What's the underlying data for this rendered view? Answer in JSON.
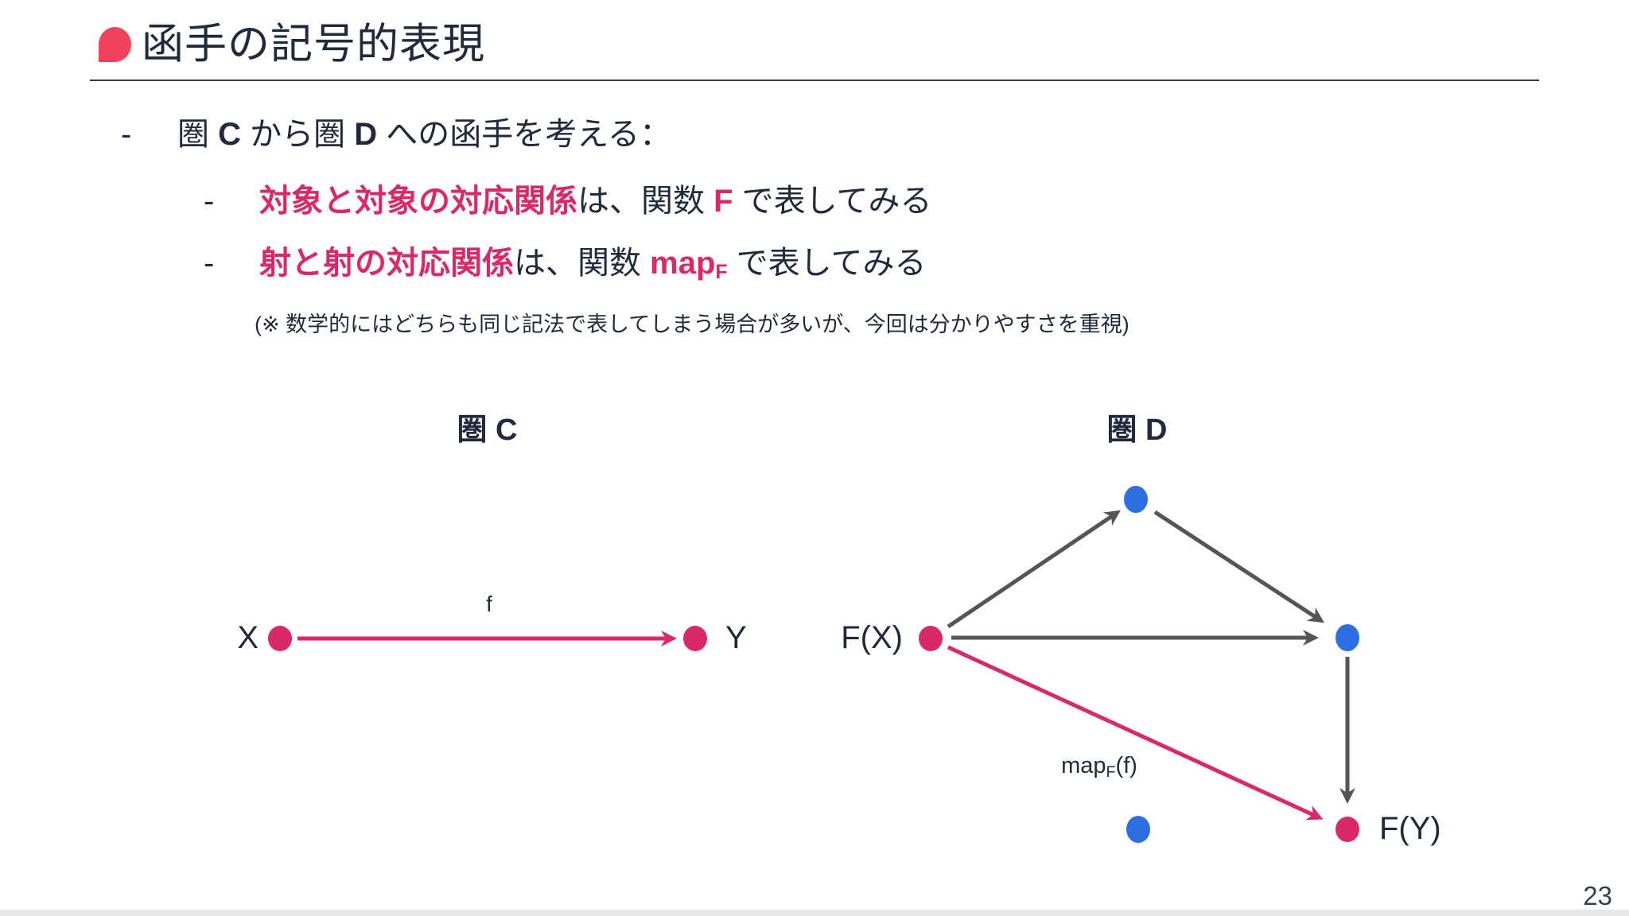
{
  "colors": {
    "accent-pink": "#D9296A",
    "icon-red": "#F2415A",
    "dot-blue": "#2D6FE3",
    "arrow-gray": "#555555",
    "text-dark": "#1F2B3C"
  },
  "header": {
    "title": "函手の記号的表現"
  },
  "bullets": {
    "line1": {
      "dash": "-",
      "pre": "圏 ",
      "c": "C",
      "mid": " から圏 ",
      "d": "D",
      "post": " への函手を考える："
    },
    "line2": {
      "dash": "-",
      "em": "対象と対象の対応関係",
      "mid": "は、関数 ",
      "f": "F",
      "post": " で表してみる"
    },
    "line3": {
      "dash": "-",
      "em": "射と射の対応関係",
      "mid": "は、関数 ",
      "map": "map",
      "sub": "F",
      "post": " で表してみる"
    },
    "note": "(※ 数学的にはどちらも同じ記法で表してしまう場合が多いが、今回は分かりやすさを重視)"
  },
  "diagram_c": {
    "title": "圏 C",
    "x_label": "X",
    "y_label": "Y",
    "arrow_label": "f"
  },
  "diagram_d": {
    "title": "圏 D",
    "fx_label": "F(X)",
    "fy_label": "F(Y)",
    "map_main": "map",
    "map_sub": "F",
    "map_arg": "(f)"
  },
  "page_number": "23"
}
